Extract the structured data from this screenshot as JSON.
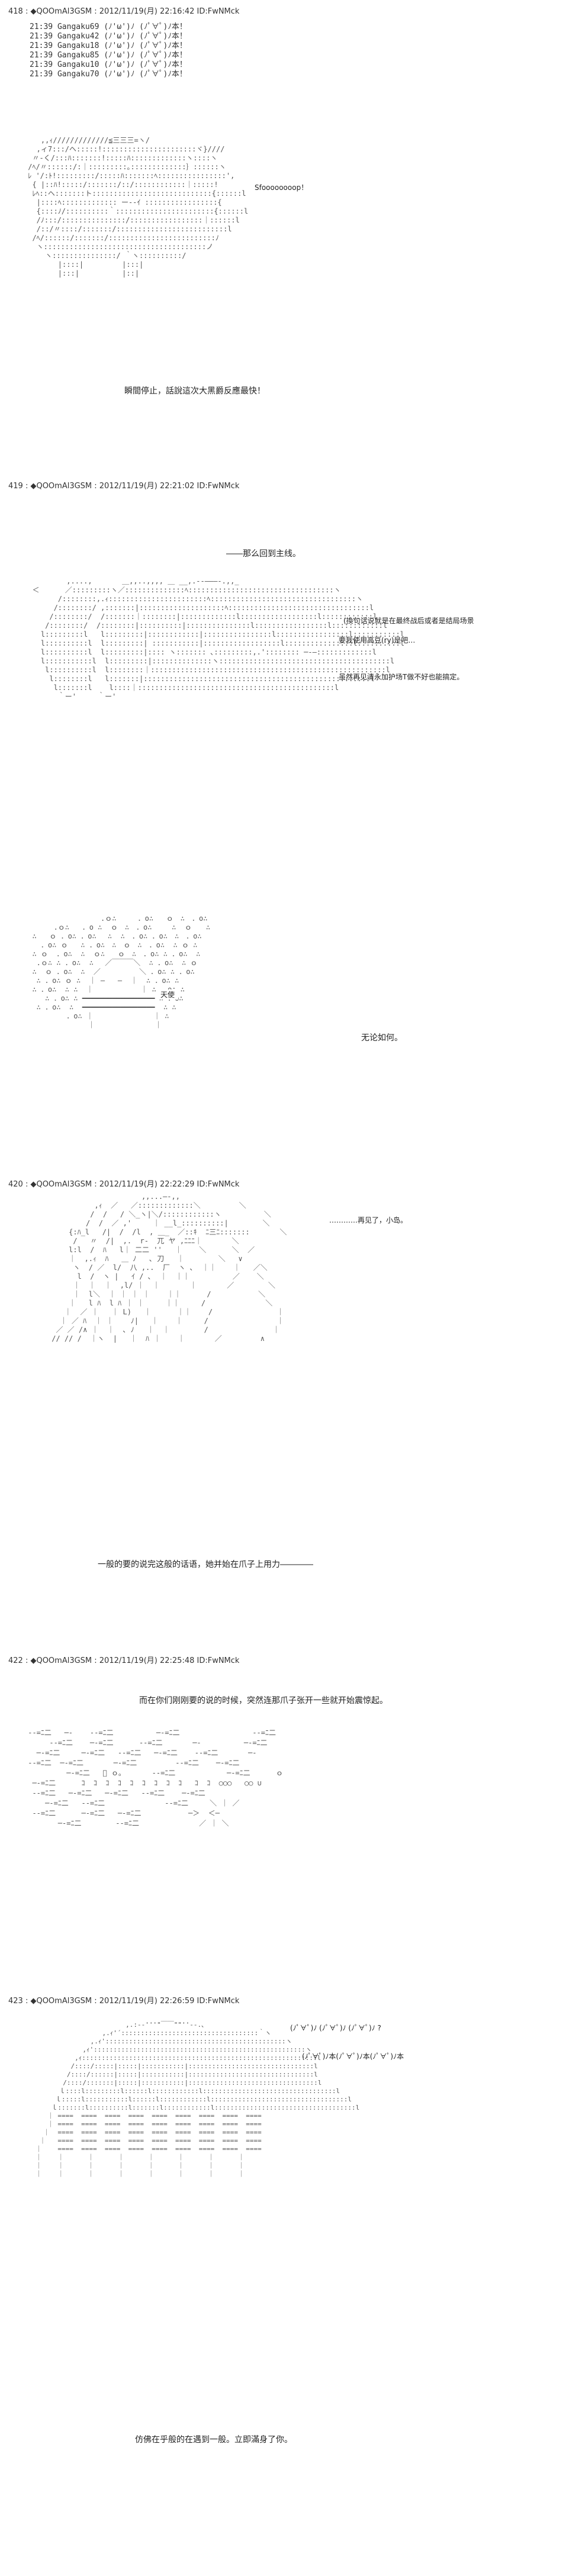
{
  "posts": [
    {
      "header": "418 : ◆QOOmAl3GSM : 2012/11/19(月) 22:16:42 ID:FwNMck",
      "chat": [
        "21:39 Gangaku69 (ﾉ'ω')ﾉ (ﾉﾟ∀ﾟ)ﾉ本！",
        "21:39 Gangaku42 (ﾉ'ω')ﾉ (ﾉﾟ∀ﾟ)ﾉ本！",
        "21:39 Gangaku18 (ﾉ'ω')ﾉ (ﾉﾟ∀ﾟ)ﾉ本！",
        "21:39 Gangaku85 (ﾉ'ω')ﾉ (ﾉﾟ∀ﾟ)ﾉ本！",
        "21:39 Gangaku10 (ﾉ'ω')ﾉ (ﾉﾟ∀ﾟ)ﾉ本！",
        "21:39 Gangaku70 (ﾉ'ω')ﾉ (ﾉﾟ∀ﾟ)ﾉ本！"
      ],
      "bubble": "Sfoooooooop！",
      "caption": "瞬間停止，話說這次大黑爵反應最快！"
    },
    {
      "header": "419 : ◆QOOmAl3GSM : 2012/11/19(月) 22:21:02 ID:FwNMck",
      "caption1": "――那么回到主线。",
      "caption2": "(換句话说就是在最终战后或者是结局场景",
      "caption3": "要我使用高豆(ry)是吧…",
      "caption4": "虽然再见清永加护场T做不好也能搞定。",
      "label": "天使",
      "caption5": "无论如何。"
    },
    {
      "header": "420 : ◆QOOmAl3GSM : 2012/11/19(月) 22:22:29 ID:FwNMck",
      "caption1": "…………再见了，小岛。",
      "caption2": "一般的要的说完这般的话语，她并始在爪子上用力――――"
    },
    {
      "header": "422 : ◆QOOmAl3GSM : 2012/11/19(月) 22:25:48 ID:FwNMck",
      "caption1": "而在你们刚刚要的说的时候，突然连那爪子张开一些就开始震惊起。"
    },
    {
      "header": "423 : ◆QOOmAl3GSM : 2012/11/19(月) 22:26:59 ID:FwNMck",
      "bubble": "(ﾉﾟ∀ﾟ)ﾉ (ﾉﾟ∀ﾟ)ﾉ (ﾉﾟ∀ﾟ)ﾉ ?",
      "chant": "(ﾉﾟ∀ﾟ)ﾉ本(ﾉﾟ∀ﾟ)ﾉ本(ﾉﾟ∀ﾟ)ﾉ本",
      "caption1": "仿佛在乎般的在遇到一般。立即滿身了你。"
    }
  ],
  "colors": {
    "text": "#222222",
    "art": "#555555",
    "background": "#ffffff"
  }
}
